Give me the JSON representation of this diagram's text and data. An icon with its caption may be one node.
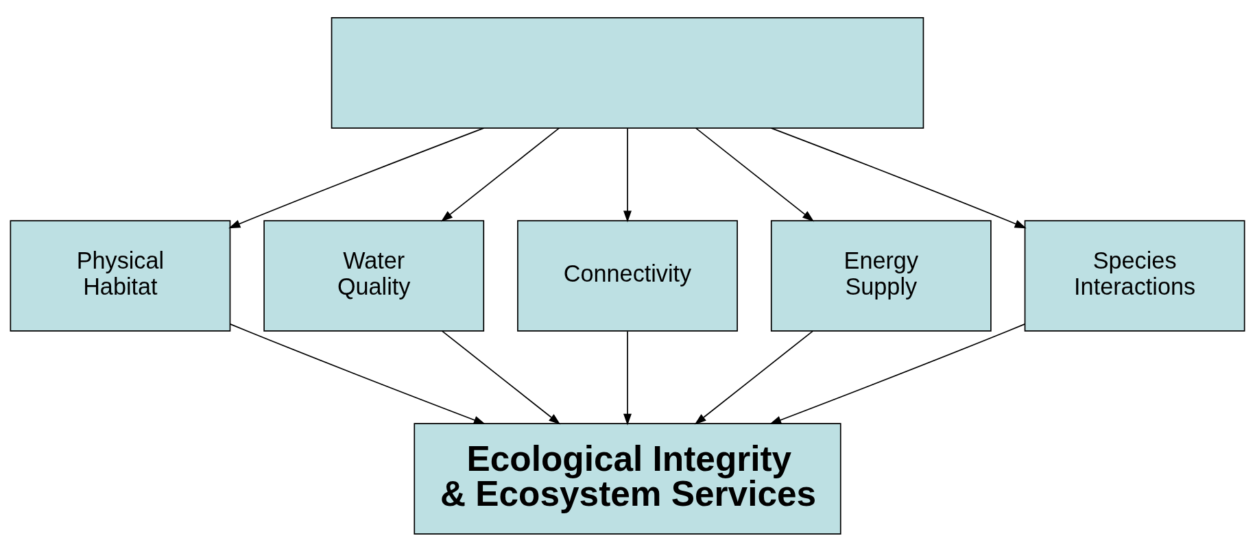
{
  "diagram": {
    "nodes": [
      {
        "text": [],
        "shape": "box"
      },
      {
        "text": [
          "Physical Habitat"
        ]
      },
      {
        "text": [
          "Water Quality"
        ]
      },
      {
        "text": [
          "Connectivity"
        ]
      },
      {
        "text": [
          "Energy Supply"
        ]
      },
      {
        "text": [
          "Species Interactions"
        ]
      },
      {
        "text": [
          "Ecological Integrity & Ecosystem Services"
        ]
      }
    ],
    "edges": [
      {
        "from": 0,
        "to": 1,
        "arrow": "to"
      },
      {
        "from": 0,
        "to": 2,
        "arrow": "to"
      },
      {
        "from": 0,
        "to": 3,
        "arrow": "to"
      },
      {
        "from": 0,
        "to": 4,
        "arrow": "to"
      },
      {
        "from": 0,
        "to": 5,
        "arrow": "to"
      },
      {
        "from": 1,
        "to": 6,
        "arrow": "to"
      },
      {
        "from": 2,
        "to": 6,
        "arrow": "to"
      },
      {
        "from": 3,
        "to": 6,
        "arrow": "to"
      },
      {
        "from": 4,
        "to": 6,
        "arrow": "to"
      },
      {
        "from": 5,
        "to": 6,
        "arrow": "to"
      }
    ]
  }
}
